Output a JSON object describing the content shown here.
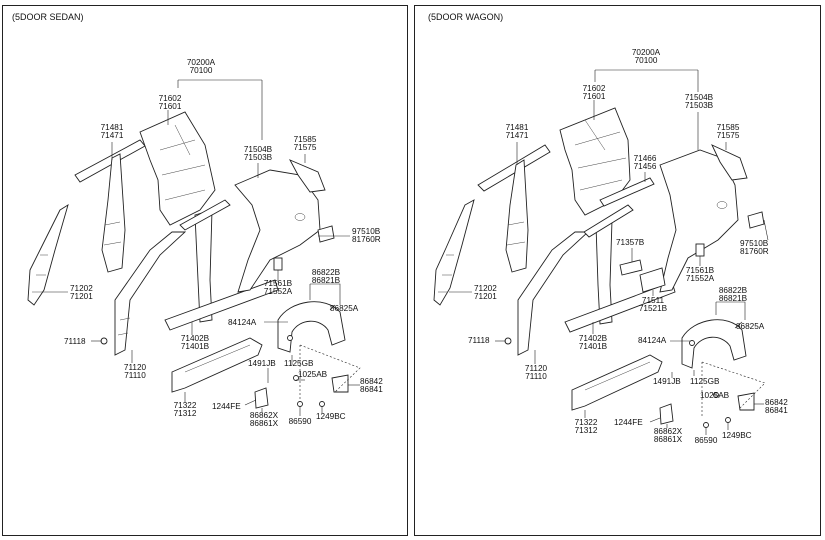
{
  "panels": [
    {
      "title": "(5DOOR SEDAN)",
      "labels": [
        {
          "id": "top_a",
          "lines": [
            "70200A",
            "70100"
          ]
        },
        {
          "id": "p71602",
          "lines": [
            "71602",
            "71601"
          ]
        },
        {
          "id": "p71481",
          "lines": [
            "71481",
            "71471"
          ]
        },
        {
          "id": "p71504",
          "lines": [
            "71504B",
            "71503B"
          ]
        },
        {
          "id": "p71585",
          "lines": [
            "71585",
            "71575"
          ]
        },
        {
          "id": "p97510",
          "lines": [
            "97510B",
            "81760R"
          ]
        },
        {
          "id": "p71202",
          "lines": [
            "71202",
            "71201"
          ]
        },
        {
          "id": "p71561",
          "lines": [
            "71561B",
            "71552A"
          ]
        },
        {
          "id": "p86822",
          "lines": [
            "86822B",
            "86821B"
          ]
        },
        {
          "id": "p86825",
          "lines": [
            "86825A"
          ]
        },
        {
          "id": "p84124",
          "lines": [
            "84124A"
          ]
        },
        {
          "id": "p71118",
          "lines": [
            "71118"
          ]
        },
        {
          "id": "p71402",
          "lines": [
            "71402B",
            "71401B"
          ]
        },
        {
          "id": "p71120",
          "lines": [
            "71120",
            "71110"
          ]
        },
        {
          "id": "p1491",
          "lines": [
            "1491JB"
          ]
        },
        {
          "id": "p1125",
          "lines": [
            "1125GB"
          ]
        },
        {
          "id": "p1025",
          "lines": [
            "1025AB"
          ]
        },
        {
          "id": "p86842",
          "lines": [
            "86842",
            "86841"
          ]
        },
        {
          "id": "p71322",
          "lines": [
            "71322",
            "71312"
          ]
        },
        {
          "id": "p1244",
          "lines": [
            "1244FE"
          ]
        },
        {
          "id": "p86862",
          "lines": [
            "86862X",
            "86861X"
          ]
        },
        {
          "id": "p86590",
          "lines": [
            "86590"
          ]
        },
        {
          "id": "p1249",
          "lines": [
            "1249BC"
          ]
        }
      ]
    },
    {
      "title": "(5DOOR WAGON)",
      "labels": [
        {
          "id": "top_a",
          "lines": [
            "70200A",
            "70100"
          ]
        },
        {
          "id": "p71602",
          "lines": [
            "71602",
            "71601"
          ]
        },
        {
          "id": "p71481",
          "lines": [
            "71481",
            "71471"
          ]
        },
        {
          "id": "p71504",
          "lines": [
            "71504B",
            "71503B"
          ]
        },
        {
          "id": "p71585",
          "lines": [
            "71585",
            "71575"
          ]
        },
        {
          "id": "p71466",
          "lines": [
            "71466",
            "71456"
          ]
        },
        {
          "id": "p97510",
          "lines": [
            "97510B",
            "81760R"
          ]
        },
        {
          "id": "p71357",
          "lines": [
            "71357B"
          ]
        },
        {
          "id": "p71202",
          "lines": [
            "71202",
            "71201"
          ]
        },
        {
          "id": "p71561",
          "lines": [
            "71561B",
            "71552A"
          ]
        },
        {
          "id": "p71511",
          "lines": [
            "71511",
            "71521B"
          ]
        },
        {
          "id": "p86822",
          "lines": [
            "86822B",
            "86821B"
          ]
        },
        {
          "id": "p86825",
          "lines": [
            "86825A"
          ]
        },
        {
          "id": "p84124",
          "lines": [
            "84124A"
          ]
        },
        {
          "id": "p71118",
          "lines": [
            "71118"
          ]
        },
        {
          "id": "p71402",
          "lines": [
            "71402B",
            "71401B"
          ]
        },
        {
          "id": "p71120",
          "lines": [
            "71120",
            "71110"
          ]
        },
        {
          "id": "p1491",
          "lines": [
            "1491JB"
          ]
        },
        {
          "id": "p1125",
          "lines": [
            "1125GB"
          ]
        },
        {
          "id": "p1025",
          "lines": [
            "1025AB"
          ]
        },
        {
          "id": "p86842",
          "lines": [
            "86842",
            "86841"
          ]
        },
        {
          "id": "p71322",
          "lines": [
            "71322",
            "71312"
          ]
        },
        {
          "id": "p1244",
          "lines": [
            "1244FE"
          ]
        },
        {
          "id": "p86862",
          "lines": [
            "86862X",
            "86861X"
          ]
        },
        {
          "id": "p86590",
          "lines": [
            "86590"
          ]
        },
        {
          "id": "p1249",
          "lines": [
            "1249BC"
          ]
        }
      ]
    }
  ]
}
